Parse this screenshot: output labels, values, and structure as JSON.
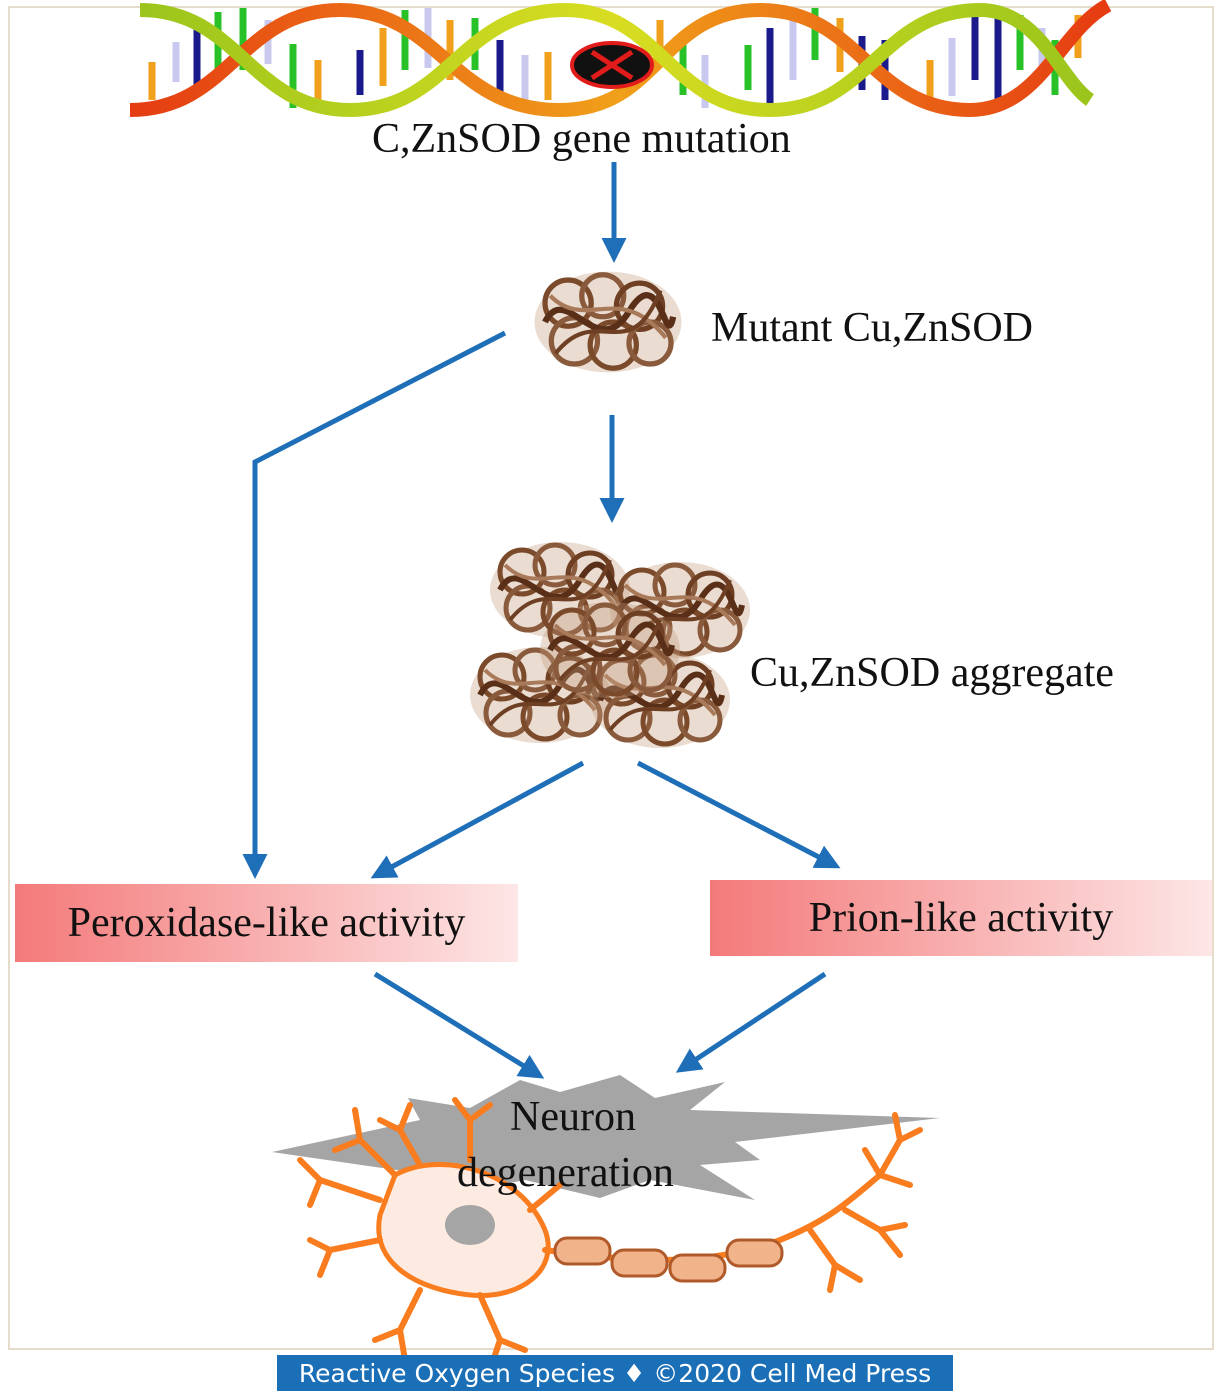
{
  "nodes": {
    "gene_mutation": "C,ZnSOD gene mutation",
    "mutant_protein": "Mutant Cu,ZnSOD",
    "aggregate": "Cu,ZnSOD aggregate",
    "peroxidase": "Peroxidase-like activity",
    "prion": "Prion-like activity",
    "neuron_line1": "Neuron",
    "neuron_line2": "degeneration"
  },
  "footer": {
    "journal": "Reactive Oxygen Species",
    "separator": "♦",
    "copyright": "©2020 Cell Med Press"
  },
  "colors": {
    "arrow": "#1f6fb8",
    "box_start": "#f47a7a",
    "box_end": "#fde6e6",
    "neuron": "#f97c1f",
    "burst": "#a5a5a5",
    "protein": "#8a5a3c",
    "footer_bg": "#1a6fb6"
  },
  "icons": [
    "dna-helix-icon",
    "mutation-marker-icon",
    "protein-structure-icon",
    "protein-aggregate-icon",
    "neuron-icon",
    "burst-shape-icon"
  ]
}
